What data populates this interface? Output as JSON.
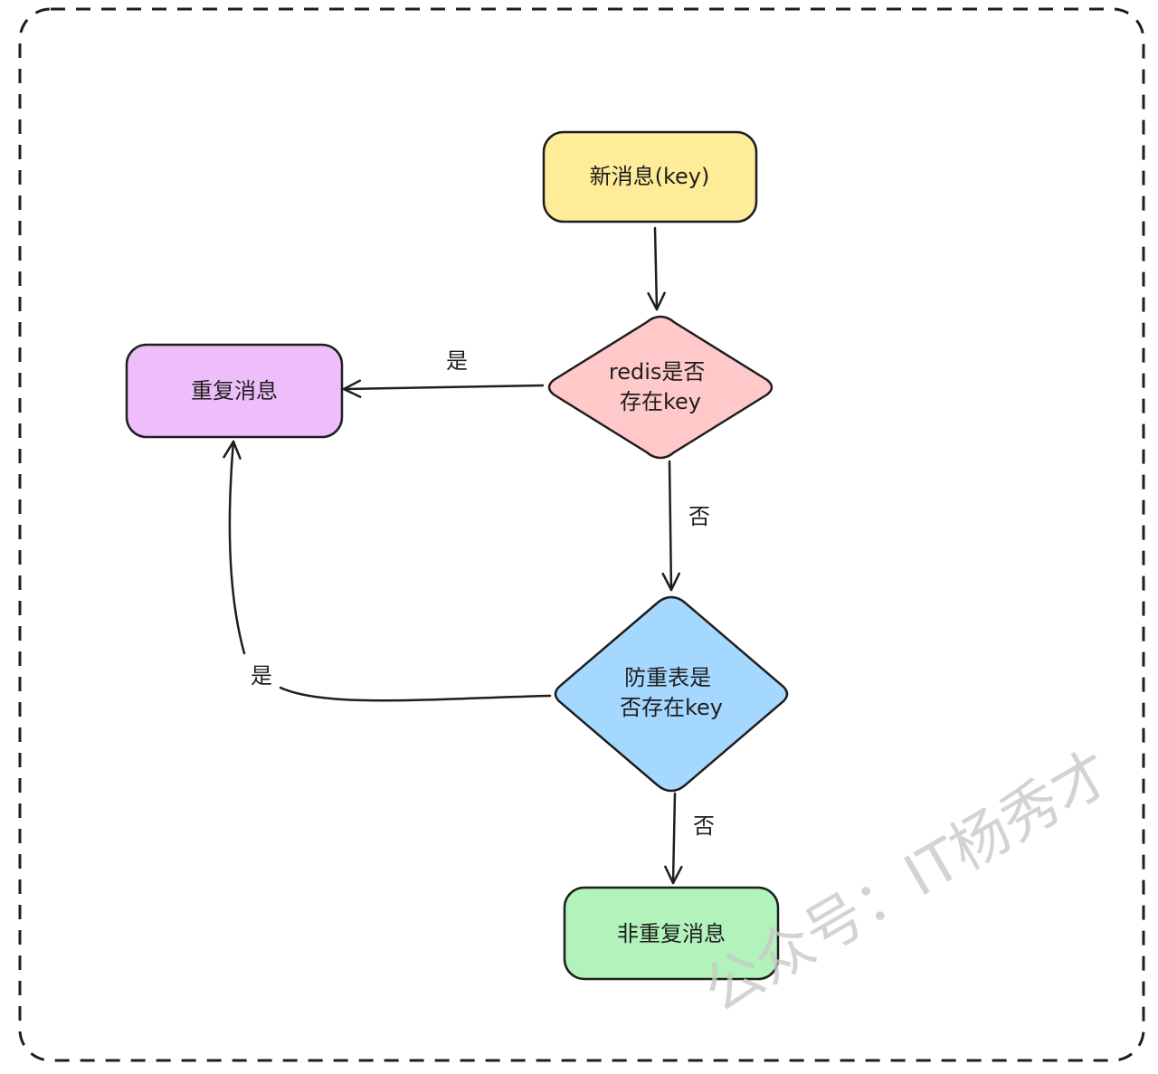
{
  "diagram": {
    "type": "flowchart",
    "nodes": {
      "new_message": {
        "label": "新消息(key)",
        "shape": "rounded-rect",
        "fill": "#ffec99"
      },
      "redis_check": {
        "label_lines": [
          "redis是否",
          "存在key"
        ],
        "shape": "diamond",
        "fill": "#ffc9c9"
      },
      "duplicate": {
        "label": "重复消息",
        "shape": "rounded-rect",
        "fill": "#eebefa"
      },
      "dedup_table_check": {
        "label_lines": [
          "防重表是",
          "否存在key"
        ],
        "shape": "diamond",
        "fill": "#a5d8ff"
      },
      "non_duplicate": {
        "label": "非重复消息",
        "shape": "rounded-rect",
        "fill": "#b2f2bb"
      }
    },
    "edges": [
      {
        "from": "new_message",
        "to": "redis_check",
        "label": ""
      },
      {
        "from": "redis_check",
        "to": "duplicate",
        "label": "是"
      },
      {
        "from": "redis_check",
        "to": "dedup_table_check",
        "label": "否"
      },
      {
        "from": "dedup_table_check",
        "to": "duplicate",
        "label": "是"
      },
      {
        "from": "dedup_table_check",
        "to": "non_duplicate",
        "label": "否"
      }
    ],
    "stroke_color": "#1e1e1e",
    "frame_style": "dashed"
  },
  "watermark": {
    "text": "公众号：IT杨秀才",
    "color": "#c8c8c8"
  }
}
